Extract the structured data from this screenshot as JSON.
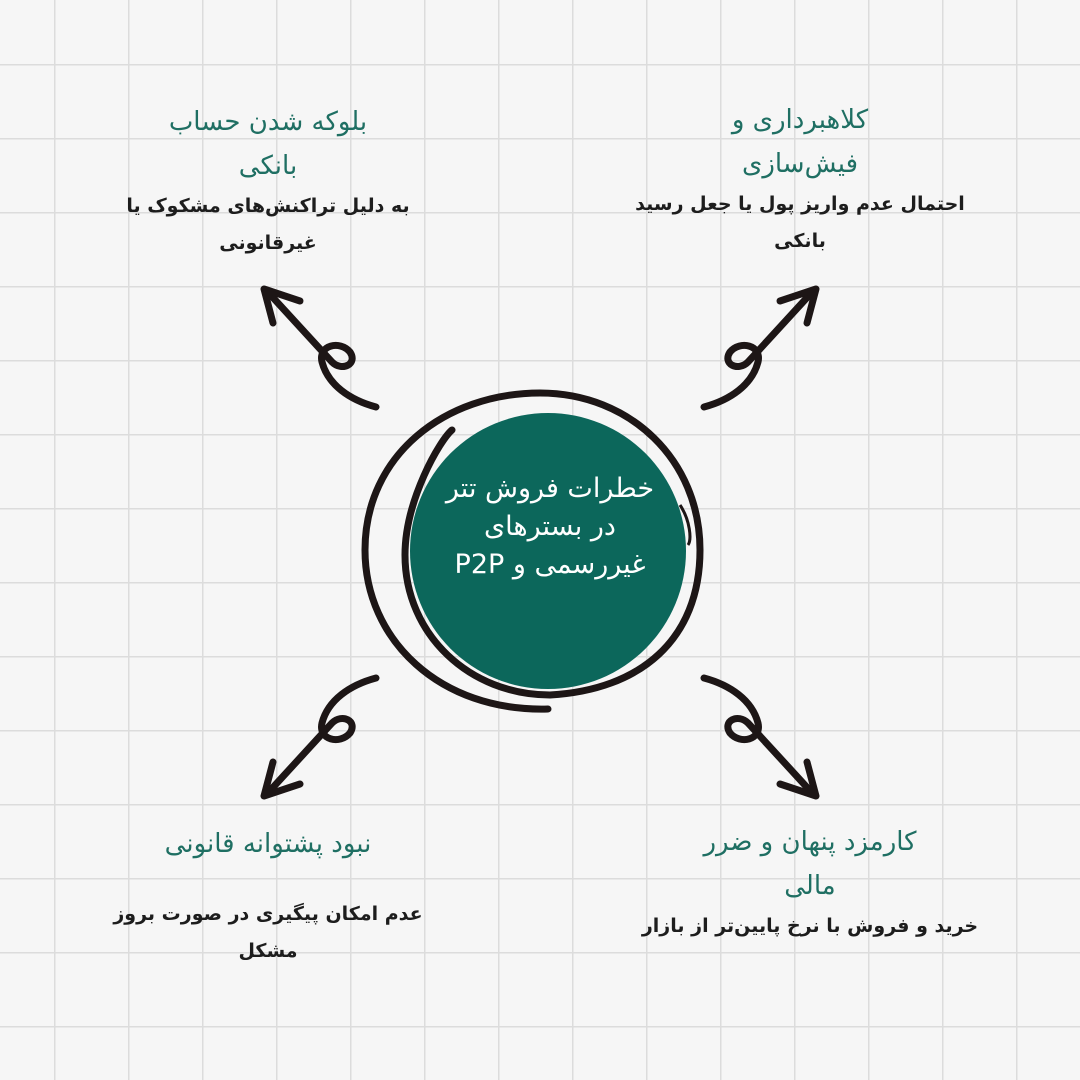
{
  "center": {
    "line1": "خطرات فروش تتر",
    "line2": "در بسترهای",
    "line3": "غیررسمی و P2P"
  },
  "items": [
    {
      "title1": "بلوکه شدن حساب",
      "title2": "بانکی",
      "desc1": "به دلیل تراکنش‌های مشکوک یا",
      "desc2": "غیرقانونی"
    },
    {
      "title1": "کلاهبرداری و",
      "title2": "فیش‌سازی",
      "desc1": "احتمال عدم واریز پول یا جعل رسید",
      "desc2": "بانکی"
    },
    {
      "title1": "نبود پشتوانه قانونی",
      "desc1": "عدم امکان پیگیری در صورت بروز",
      "desc2": "مشکل"
    },
    {
      "title1": "کارمزد پنهان و ضرر",
      "title2": "مالی",
      "desc1": "خرید و فروش با نرخ پایین‌تر از بازار"
    }
  ],
  "colors": {
    "teal_fill": "#0c675b",
    "teal_text": "#1f6f63",
    "ink": "#1d1616"
  }
}
